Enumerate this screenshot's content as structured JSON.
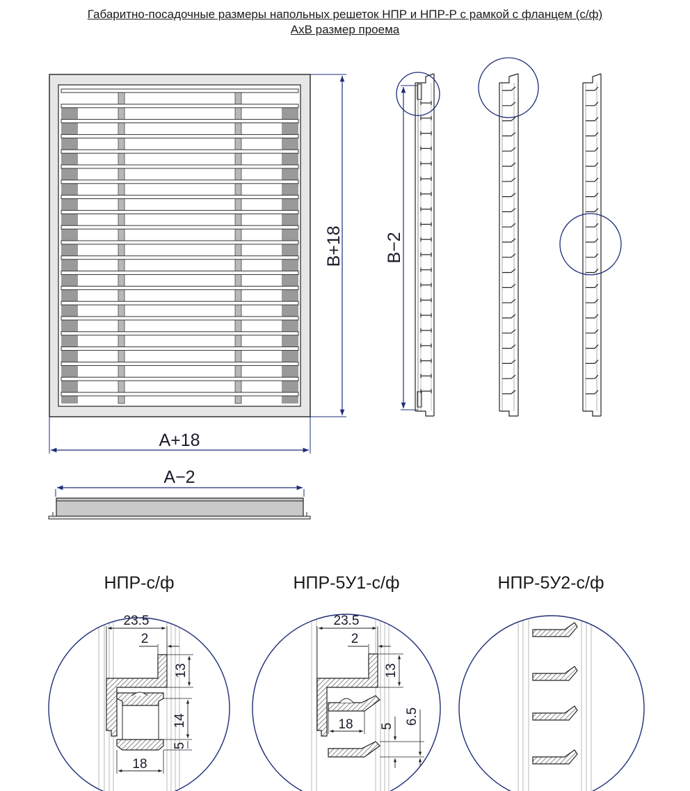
{
  "header": {
    "title_line1": "Габаритно-посадочные размеры напольных решеток НПР и НПР-Р с рамкой с фланцем (с/ф)",
    "title_line2": "АхВ размер проема"
  },
  "dimensions": {
    "width_outer": "A+18",
    "height_outer": "B+18",
    "width_inner": "A−2",
    "height_inner": "B−2"
  },
  "sections": [
    {
      "title": "НПР-с/ф",
      "dims": [
        "23.5",
        "2",
        "13",
        "14",
        "5",
        "18"
      ]
    },
    {
      "title": "НПР-5У1-с/ф",
      "dims": [
        "23.5",
        "2",
        "13",
        "18",
        "5",
        "6.5"
      ]
    },
    {
      "title": "НПР-5У2-с/ф",
      "dims": []
    }
  ],
  "colors": {
    "line": "#222222",
    "dim_line": "#1e2c78",
    "circle": "#1e2c78",
    "frame_fill": "#e6e6e6",
    "slot_fill": "#9a9a9a",
    "hatch": "#555555"
  }
}
